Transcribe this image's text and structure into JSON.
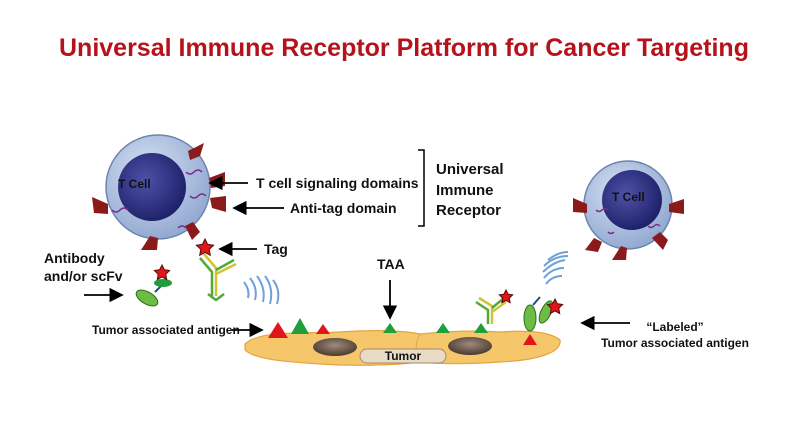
{
  "title": "Universal Immune Receptor Platform for Cancer Targeting",
  "labels": {
    "t_cell_left": "T Cell",
    "t_cell_right": "T Cell",
    "signaling": "T cell signaling domains",
    "anti_tag": "Anti-tag domain",
    "uir_line1": "Universal",
    "uir_line2": "Immune",
    "uir_line3": "Receptor",
    "tag": "Tag",
    "antibody_line1": "Antibody",
    "antibody_line2": "and/or scFv",
    "taa": "TAA",
    "tumor_associated_antigen": "Tumor associated antigen",
    "tumor": "Tumor",
    "labeled_line1": "“Labeled”",
    "labeled_line2": "Tumor associated antigen"
  },
  "colors": {
    "title": "#b5121b",
    "cell_body": "#9fb4d8",
    "nucleus": "#2a2d7e",
    "receptor": "#8b1a1a",
    "tumor": "#f5c76a",
    "antigen_green": "#1f9e3c",
    "antigen_red": "#e0161b",
    "antibody_green": "#54a83a",
    "signal": "#6fa1d8"
  }
}
